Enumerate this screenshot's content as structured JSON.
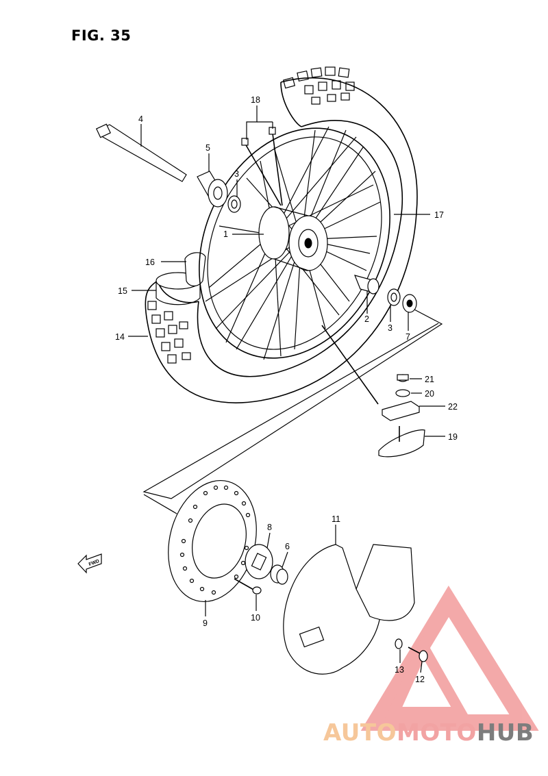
{
  "figure": {
    "title": "FIG. 35"
  },
  "callouts": [
    {
      "id": "c1",
      "label": "1"
    },
    {
      "id": "c2",
      "label": "2"
    },
    {
      "id": "c3a",
      "label": "3"
    },
    {
      "id": "c3b",
      "label": "3"
    },
    {
      "id": "c4",
      "label": "4"
    },
    {
      "id": "c5",
      "label": "5"
    },
    {
      "id": "c6",
      "label": "6"
    },
    {
      "id": "c7",
      "label": "7"
    },
    {
      "id": "c8",
      "label": "8"
    },
    {
      "id": "c9",
      "label": "9"
    },
    {
      "id": "c10",
      "label": "10"
    },
    {
      "id": "c11",
      "label": "11"
    },
    {
      "id": "c12",
      "label": "12"
    },
    {
      "id": "c13",
      "label": "13"
    },
    {
      "id": "c14",
      "label": "14"
    },
    {
      "id": "c15",
      "label": "15"
    },
    {
      "id": "c16",
      "label": "16"
    },
    {
      "id": "c17",
      "label": "17"
    },
    {
      "id": "c18",
      "label": "18"
    },
    {
      "id": "c19",
      "label": "19"
    },
    {
      "id": "c20",
      "label": "20"
    },
    {
      "id": "c21",
      "label": "21"
    },
    {
      "id": "c22",
      "label": "22"
    }
  ],
  "direction_marker": {
    "label": "FWD",
    "icon": "arrow-left-icon"
  },
  "watermark": {
    "part1": "AUTO",
    "part2": "MOTO",
    "part3": "HUB",
    "colors": {
      "auto": "#f6c79a",
      "moto": "#f2a3a3",
      "hub": "#7d7d7d",
      "logo": "#f08d8d"
    }
  }
}
